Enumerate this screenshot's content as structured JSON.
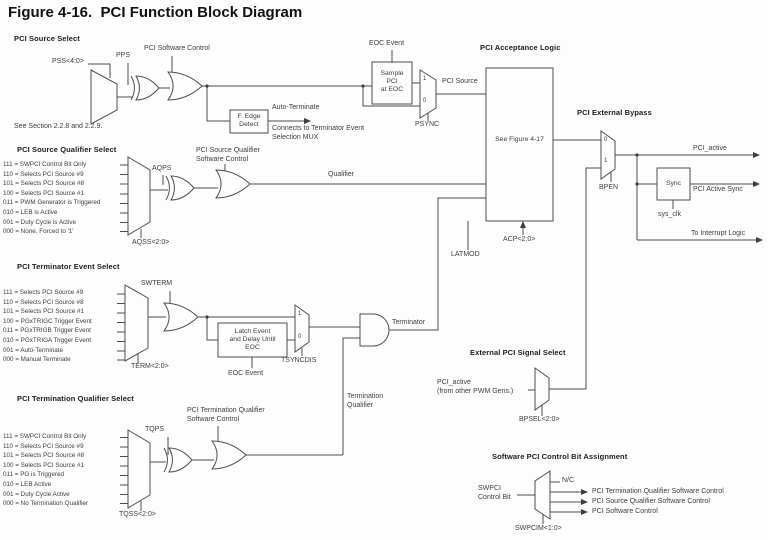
{
  "title": "Figure 4-16.  PCI Function Block Diagram",
  "source_select": {
    "heading": "PCI Source Select",
    "select_label": "PSS<4:0>",
    "pps_label": "PPS",
    "software_control_label": "PCI Software Control",
    "note": "See Section 2.2.8 and 2.2.9.",
    "eoc_event_label": "EOC Event",
    "sample_box": "Sample\nPCI\nat EOC",
    "mux_in1": "1",
    "mux_in0": "0",
    "psync_label": "PSYNC",
    "pci_source_label": "PCI Source",
    "edge_detect_box": "F. Edge\nDetect",
    "auto_terminate_label": "Auto-Terminate",
    "connects_note": "Connects to Terminator Event\nSelection MUX"
  },
  "source_qualifier": {
    "heading": "PCI Source Qualifier Select",
    "options": [
      "111 = SWPCI Control Bit Only",
      "110 = Selects PCI Source #9",
      "101 = Selects PCI Source #8",
      "100 = Selects PCI Source #1",
      "011 = PWM Generator is Triggered",
      "010 = LEB is Active",
      "001 = Duty Cycle is Active",
      "000 = None. Forced to '1'"
    ],
    "aqps_label": "AQPS",
    "software_control_label": "PCI Source Qualifier\nSoftware Control",
    "select_label": "AQSS<2:0>",
    "qualifier_label": "Qualifier"
  },
  "acceptance": {
    "heading": "PCI Acceptance Logic",
    "box_text": "See Figure 4-17",
    "acp_label": "ACP<2:0>",
    "latmod_label": "LATMOD"
  },
  "external_bypass": {
    "heading": "PCI External Bypass",
    "mux_in0": "0",
    "mux_in1": "1",
    "bpen_label": "BPEN",
    "pci_active_label": "PCI_active",
    "sync_box": "Sync",
    "sys_clk_label": "sys_clk",
    "pci_active_sync_label": "PCI Active Sync",
    "interrupt_label": "To Interrupt Logic"
  },
  "terminator_event": {
    "heading": "PCI Terminator Event Select",
    "options": [
      "111 = Selects PCI Source #9",
      "110 = Selects PCI Source #8",
      "101 = Selects PCI Source #1",
      "100 = PGxTRIGC Trigger Event",
      "011 = PGxTRIGB Trigger Event",
      "010 = PGxTRIGA Trigger Event",
      "001 = Auto-Terminate",
      "000 = Manual Terminate"
    ],
    "swterm_label": "SWTERM",
    "select_label": "TERM<2:0>",
    "latch_box": "Latch Event\nand Delay Until\nEOC",
    "eoc_event_label": "EOC Event",
    "mux_in1": "1",
    "mux_in0": "0",
    "tsyncdis_label": "TSYNCDIS",
    "terminator_label": "Terminator"
  },
  "termination_qualifier": {
    "heading": "PCI Termination Qualifier Select",
    "options": [
      "111 = SWPCI Control Bit Only",
      "110 = Selects PCI Source #9",
      "101 = Selects PCI Source #8",
      "100 = Selects PCI Source #1",
      "011 = PG is Triggered",
      "010 = LEB Active",
      "001 = Duty Cycle Active",
      "000 = No Termination Qualifier"
    ],
    "tqps_label": "TQPS",
    "software_control_label": "PCI Termination Qualifier\nSoftware Control",
    "select_label": "TQSS<2:0>",
    "signal_label": "Termination\nQualifier"
  },
  "external_signal_select": {
    "heading": "External PCI Signal Select",
    "input_label": "PCI_active\n(from other PWM Gens.)",
    "select_label": "BPSEL<2:0>"
  },
  "software_assignment": {
    "heading": "Software PCI Control Bit Assignment",
    "input_label": "SWPCI\nControl Bit",
    "select_label": "SWPCIM<1:0>",
    "outputs": [
      "N/C",
      "PCI Termination Qualifier Software Control",
      "PCI Source Qualifier Software Control",
      "PCI Software Control"
    ]
  }
}
